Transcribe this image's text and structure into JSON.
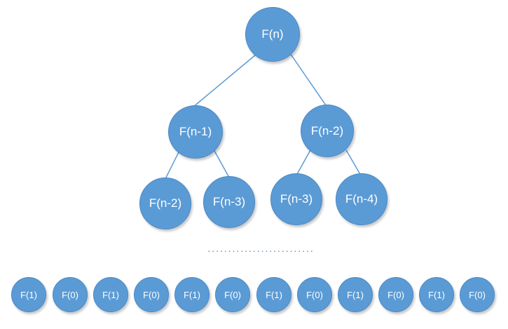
{
  "diagram": {
    "root": "F(n)",
    "level1": {
      "left": "F(n-1)",
      "right": "F(n-2)"
    },
    "level2": {
      "a": "F(n-2)",
      "b": "F(n-3)",
      "c": "F(n-3)",
      "d": "F(n-4)"
    },
    "ellipsis": "······································",
    "leaves": [
      "F(1)",
      "F(0)",
      "F(1)",
      "F(0)",
      "F(1)",
      "F(0)",
      "F(1)",
      "F(0)",
      "F(1)",
      "F(0)",
      "F(1)",
      "F(0)"
    ],
    "colors": {
      "node_fill": "#5b9bd5",
      "node_border": "#4a89c5",
      "edge": "#5b9bd5"
    }
  }
}
